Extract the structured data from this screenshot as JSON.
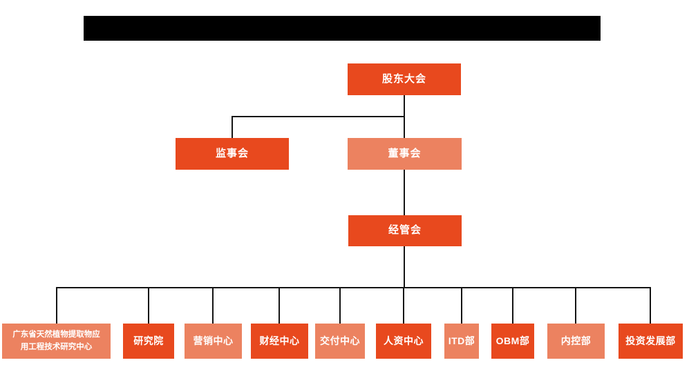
{
  "header": {
    "redacted_title_bar": ""
  },
  "colors": {
    "primary_box": "#E8491E",
    "secondary_box": "#EC8260",
    "connector": "#141414",
    "box_text": "#FFFFFF"
  },
  "org_chart": {
    "type": "organization-tree",
    "level1": {
      "label": "股东大会"
    },
    "level2": [
      {
        "id": "supervisory-board",
        "label": "监事会",
        "variant": "primary"
      },
      {
        "id": "board-of-directors",
        "label": "董事会",
        "variant": "secondary"
      }
    ],
    "level3": {
      "label": "经管会"
    },
    "departments": [
      {
        "id": "natural-plant-extract-research-center",
        "label": "广东省天然植物提取物应用工程技术研究中心",
        "variant": "secondary"
      },
      {
        "id": "research-institute",
        "label": "研究院",
        "variant": "primary"
      },
      {
        "id": "marketing-center",
        "label": "营销中心",
        "variant": "secondary"
      },
      {
        "id": "finance-center",
        "label": "财经中心",
        "variant": "primary"
      },
      {
        "id": "delivery-center",
        "label": "交付中心",
        "variant": "secondary"
      },
      {
        "id": "hr-center",
        "label": "人资中心",
        "variant": "primary"
      },
      {
        "id": "itd-department",
        "label": "ITD部",
        "variant": "secondary"
      },
      {
        "id": "obm-department",
        "label": "OBM部",
        "variant": "primary"
      },
      {
        "id": "internal-control-department",
        "label": "内控部",
        "variant": "secondary"
      },
      {
        "id": "investment-development-department",
        "label": "投资发展部",
        "variant": "primary"
      }
    ]
  }
}
